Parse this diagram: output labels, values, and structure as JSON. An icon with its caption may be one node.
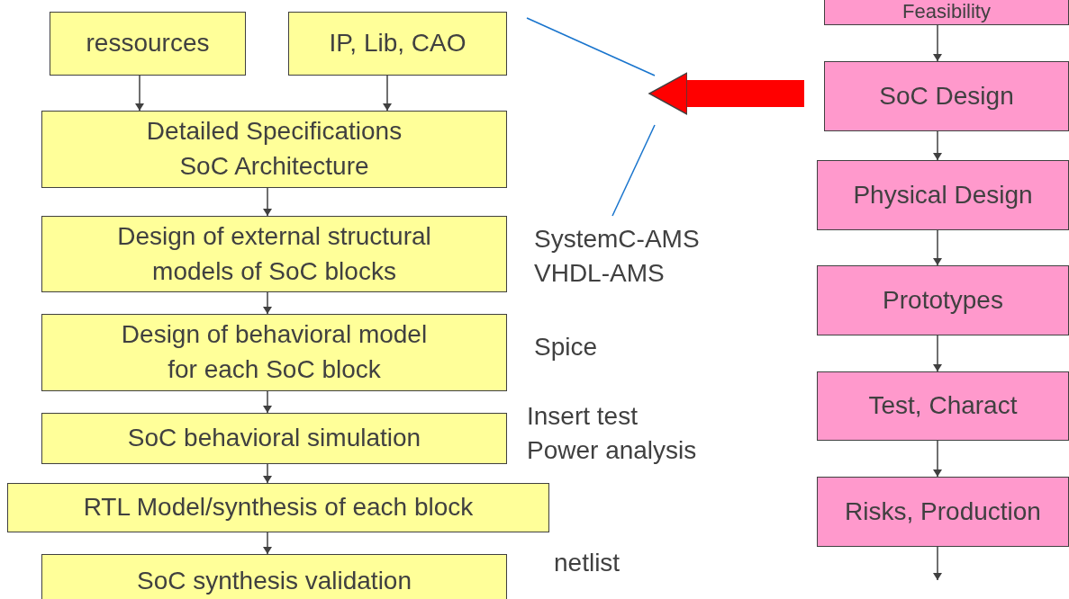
{
  "diagram": {
    "nodes": [
      {
        "text": [
          "ressources"
        ]
      },
      {
        "text": [
          "IP, Lib, CAO"
        ]
      },
      {
        "text": [
          "Detailed Specifications SoC Architecture"
        ]
      },
      {
        "text": [
          "Design of external structural models of SoC blocks"
        ]
      },
      {
        "text": [
          "Design of behavioral model for each SoC block"
        ]
      },
      {
        "text": [
          "SoC behavioral simulation"
        ]
      },
      {
        "text": [
          "RTL Model/synthesis of each block"
        ]
      },
      {
        "text": [
          "SoC synthesis validation"
        ]
      },
      {
        "text": [
          "Feasibility"
        ]
      },
      {
        "text": [
          "SoC Design"
        ]
      },
      {
        "text": [
          "Physical Design"
        ]
      },
      {
        "text": [
          "Prototypes"
        ]
      },
      {
        "text": [
          "Test, Charact"
        ]
      },
      {
        "text": [
          "Risks, Production"
        ]
      }
    ],
    "edges": [
      {
        "from": 0,
        "to": 2,
        "arrow": "to"
      },
      {
        "from": 1,
        "to": 2,
        "arrow": "to"
      },
      {
        "from": 2,
        "to": 3,
        "arrow": "to"
      },
      {
        "from": 3,
        "to": 4,
        "arrow": "to"
      },
      {
        "from": 4,
        "to": 5,
        "arrow": "to"
      },
      {
        "from": 5,
        "to": 6,
        "arrow": "to"
      },
      {
        "from": 6,
        "to": 7,
        "arrow": "to"
      },
      {
        "from": 8,
        "to": 9,
        "arrow": "to"
      },
      {
        "from": 9,
        "to": 10,
        "arrow": "to"
      },
      {
        "from": 10,
        "to": 11,
        "arrow": "to"
      },
      {
        "from": 11,
        "to": 12,
        "arrow": "to"
      },
      {
        "from": 12,
        "to": 13,
        "arrow": "to"
      },
      {
        "from": 13,
        "to": null,
        "arrow": "to"
      },
      {
        "from": 9,
        "to": null,
        "arrow": "to",
        "style": "thick",
        "color": "#ff0000"
      }
    ],
    "labels": [
      "SystemC-AMS",
      "VHDL-AMS",
      "Spice",
      "Insert test",
      "Power analysis",
      "netlist"
    ]
  }
}
